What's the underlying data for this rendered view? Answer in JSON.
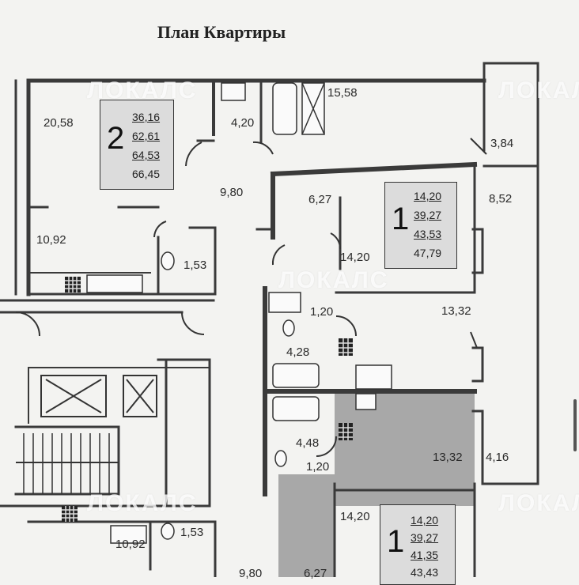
{
  "title": "План Квартиры",
  "watermark": "ЛОКАЛС",
  "area_labels": [
    "20,58",
    "4,20",
    "15,58",
    "3,84",
    "9,80",
    "6,27",
    "8,52",
    "10,92",
    "1,53",
    "14,20",
    "1,20",
    "13,32",
    "4,28",
    "4,48",
    "1,20",
    "13,32",
    "4,16",
    "10,92",
    "1,53",
    "14,20",
    "9,80",
    "6,27"
  ],
  "apartments": {
    "two_room": {
      "rooms": "2",
      "areas": [
        "36,16",
        "62,61",
        "64,53",
        "66,45"
      ]
    },
    "one_room_top": {
      "rooms": "1",
      "areas": [
        "14,20",
        "39,27",
        "43,53",
        "47,79"
      ]
    },
    "one_room_bottom": {
      "rooms": "1",
      "areas": [
        "14,20",
        "39,27",
        "41,35",
        "43,43"
      ]
    }
  },
  "colors": {
    "paper": "#f3f3f1",
    "walls": "#3a3a3a",
    "highlight": "#a9a9a9"
  }
}
